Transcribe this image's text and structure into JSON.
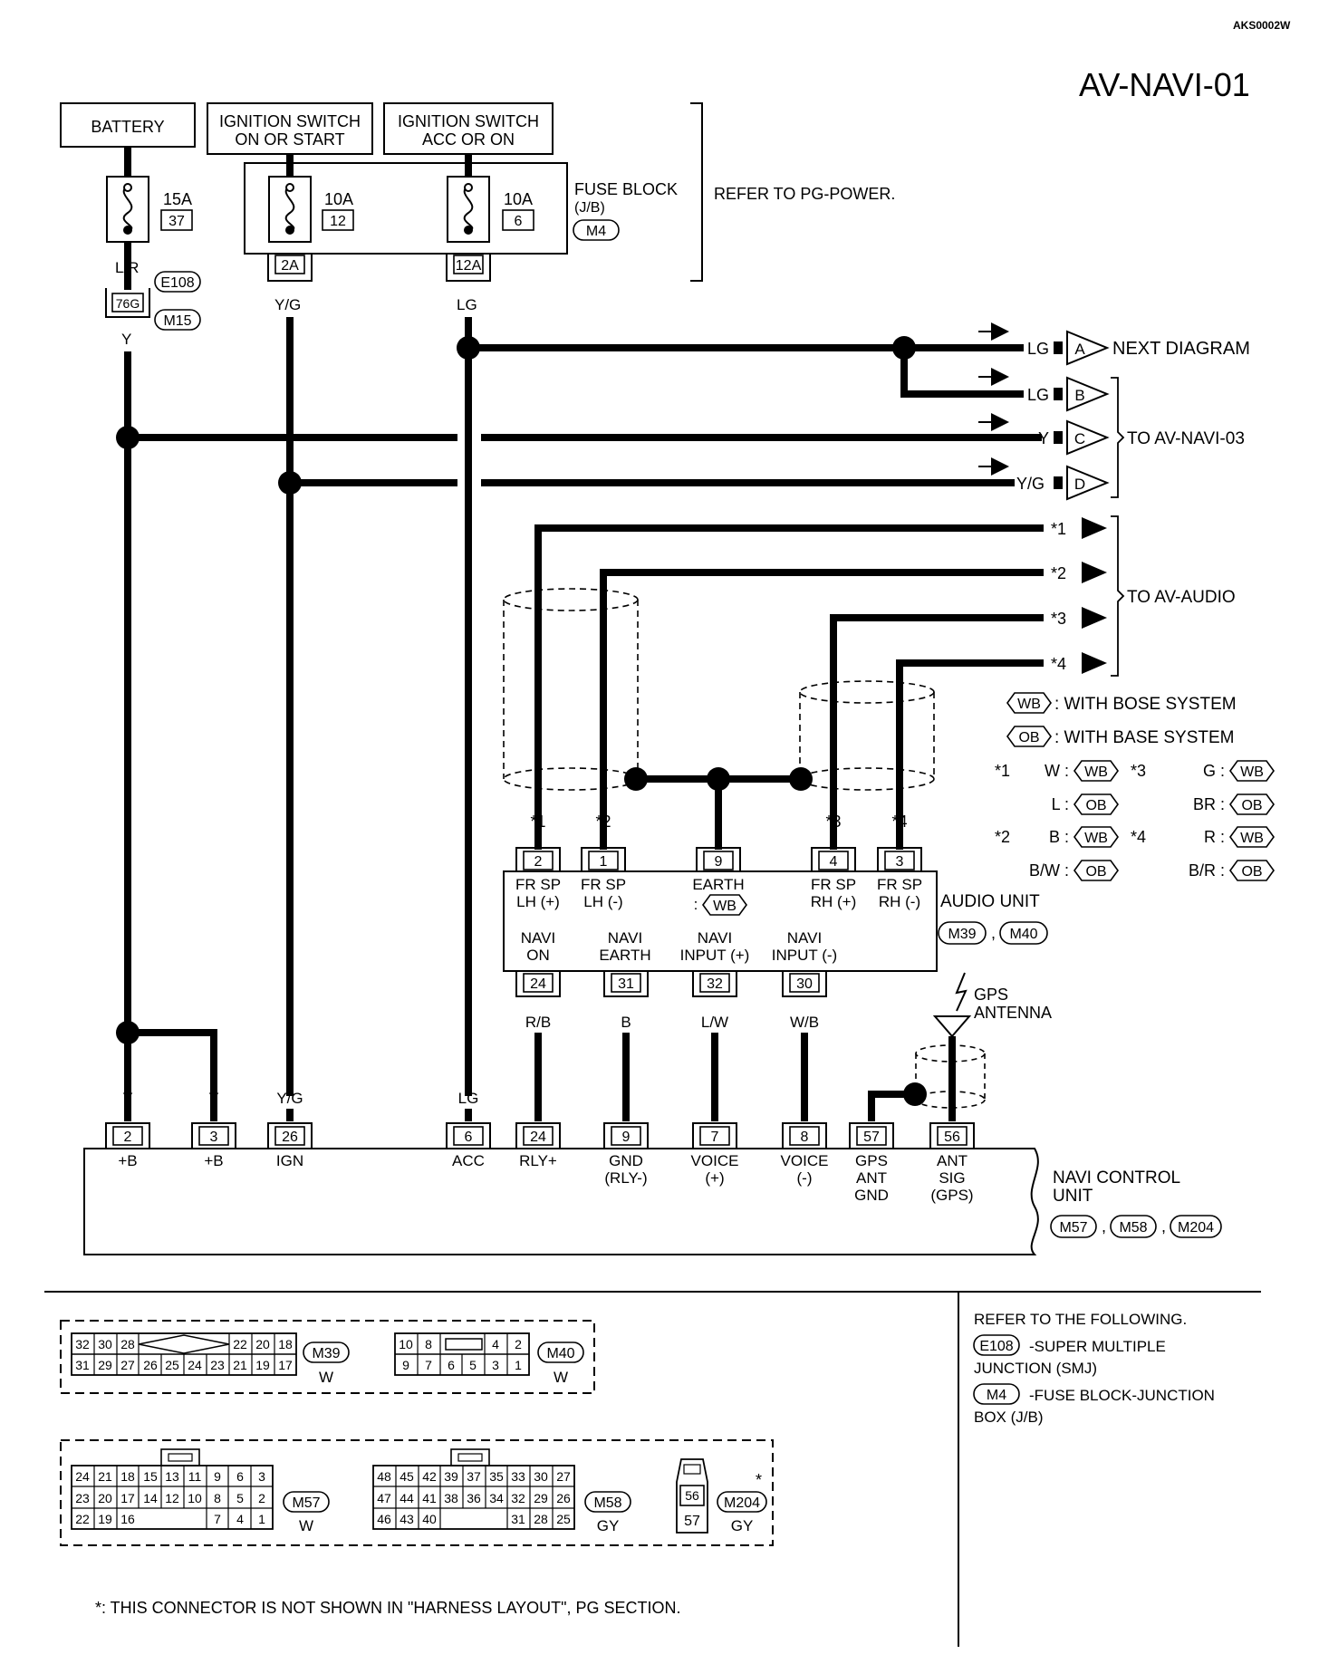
{
  "header": {
    "code": "AKS0002W",
    "title": "AV-NAVI-01"
  },
  "sources": {
    "battery": "BATTERY",
    "ign_line1": "IGNITION SWITCH",
    "ign_line2": "ON OR START",
    "acc_line1": "IGNITION SWITCH",
    "acc_line2": "ACC OR ON",
    "refer": "REFER TO PG-POWER."
  },
  "fuse_block": {
    "line1": "FUSE BLOCK",
    "line2": "(J/B)",
    "connector": "M4"
  },
  "fuses": [
    {
      "amp": "15A",
      "num": "37"
    },
    {
      "amp": "10A",
      "num": "12"
    },
    {
      "amp": "10A",
      "num": "6"
    }
  ],
  "fuse_terminals": {
    "ign": "2A",
    "acc": "12A"
  },
  "smj": {
    "terminal": "76G",
    "connector1": "E108",
    "connector2": "M15"
  },
  "wires": {
    "lr": "L/R",
    "y": "Y",
    "yg": "Y/G",
    "lg": "LG",
    "rb": "R/B",
    "b": "B",
    "lw": "L/W",
    "wb": "W/B"
  },
  "outputs": [
    {
      "wire": "LG",
      "letter": "A"
    },
    {
      "wire": "LG",
      "letter": "B"
    },
    {
      "wire": "Y",
      "letter": "C"
    },
    {
      "wire": "Y/G",
      "letter": "D"
    }
  ],
  "next_diagram": "NEXT DIAGRAM",
  "to_av_navi_03": "TO AV-NAVI-03",
  "to_av_audio": "TO AV-AUDIO",
  "stars": [
    "*1",
    "*2",
    "*3",
    "*4"
  ],
  "legend": {
    "wb_tag": "WB",
    "ob_tag": "OB",
    "wb_text": ": WITH BOSE SYSTEM",
    "ob_text": ": WITH BASE SYSTEM",
    "items": [
      {
        "star": "*1",
        "a": "W :",
        "b": "L :"
      },
      {
        "star": "*3",
        "a": "G :",
        "b": "BR :"
      },
      {
        "star": "*2",
        "a": "B :",
        "b": "B/W :"
      },
      {
        "star": "*4",
        "a": "R :",
        "b": "B/R :"
      }
    ]
  },
  "audio_unit": {
    "name": "AUDIO UNIT",
    "connector1": "M39",
    "connector2": "M40",
    "comma": ",",
    "top_pins": [
      "2",
      "1",
      "9",
      "4",
      "3"
    ],
    "top_labels": [
      [
        "FR SP",
        "LH (+)"
      ],
      [
        "FR SP",
        "LH (-)"
      ],
      [
        "EARTH",
        ":"
      ],
      [
        "FR SP",
        "RH (+)"
      ],
      [
        "FR SP",
        "RH (-)"
      ]
    ],
    "bottom_pins": [
      "24",
      "31",
      "32",
      "30"
    ],
    "bottom_labels": [
      [
        "NAVI",
        "ON"
      ],
      [
        "NAVI",
        "EARTH"
      ],
      [
        "NAVI",
        "INPUT (+)"
      ],
      [
        "NAVI",
        "INPUT (-)"
      ]
    ]
  },
  "gps_antenna": [
    "GPS",
    "ANTENNA"
  ],
  "navi_unit": {
    "name1": "NAVI CONTROL",
    "name2": "UNIT",
    "connectors": [
      "M57",
      "M58",
      "M204"
    ],
    "comma": ",",
    "pins": [
      "2",
      "3",
      "26",
      "6",
      "24",
      "9",
      "7",
      "8",
      "57",
      "56"
    ],
    "labels": [
      [
        "+B"
      ],
      [
        "+B"
      ],
      [
        "IGN"
      ],
      [
        "ACC"
      ],
      [
        "RLY+"
      ],
      [
        "GND",
        "(RLY-)"
      ],
      [
        "VOICE",
        "(+)"
      ],
      [
        "VOICE",
        "(-)"
      ],
      [
        "GPS",
        "ANT",
        "GND"
      ],
      [
        "ANT",
        "SIG",
        "(GPS)"
      ]
    ],
    "wire_top": [
      "Y",
      "Y",
      "Y/G",
      "LG"
    ]
  },
  "connector_views": {
    "m39": {
      "name": "M39",
      "color": "W",
      "top_left": [
        "32",
        "30",
        "28"
      ],
      "top_right": [
        "22",
        "20",
        "18"
      ],
      "bottom": [
        "31",
        "29",
        "27",
        "26",
        "25",
        "24",
        "23",
        "21",
        "19",
        "17"
      ]
    },
    "m40": {
      "name": "M40",
      "color": "W",
      "top_left": [
        "10",
        "8"
      ],
      "top_right": [
        "4",
        "2"
      ],
      "bottom": [
        "9",
        "7",
        "6",
        "5",
        "3",
        "1"
      ]
    },
    "m57": {
      "name": "M57",
      "color": "W",
      "row1": [
        "24",
        "21",
        "18",
        "15",
        "13",
        "11",
        "9",
        "6",
        "3"
      ],
      "row2": [
        "23",
        "20",
        "17",
        "14",
        "12",
        "10",
        "8",
        "5",
        "2"
      ],
      "row3_left": [
        "22",
        "19",
        "16"
      ],
      "row3_right": [
        "7",
        "4",
        "1"
      ]
    },
    "m58": {
      "name": "M58",
      "color": "GY",
      "row1": [
        "48",
        "45",
        "42",
        "39",
        "37",
        "35",
        "33",
        "30",
        "27"
      ],
      "row2": [
        "47",
        "44",
        "41",
        "38",
        "36",
        "34",
        "32",
        "29",
        "26"
      ],
      "row3_left": [
        "46",
        "43",
        "40"
      ],
      "row3_right": [
        "31",
        "28",
        "25"
      ]
    },
    "m204": {
      "name": "M204",
      "color": "GY",
      "star": "*",
      "pins": [
        "56",
        "57"
      ]
    }
  },
  "refer_box": {
    "title": "REFER TO THE FOLLOWING.",
    "e108": "E108",
    "e108_line1": "-SUPER MULTIPLE",
    "e108_line2": "JUNCTION (SMJ)",
    "m4": "M4",
    "m4_line1": "-FUSE BLOCK-JUNCTION",
    "m4_line2": "BOX (J/B)"
  },
  "footnote": "*: THIS CONNECTOR IS NOT SHOWN IN \"HARNESS LAYOUT\", PG SECTION."
}
